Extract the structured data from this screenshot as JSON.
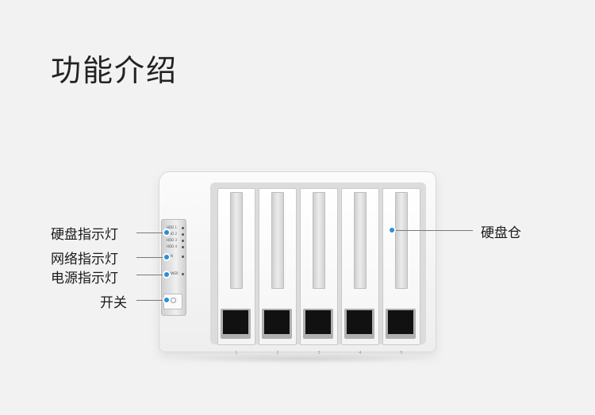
{
  "title": "功能介绍",
  "callouts": {
    "hdd_led": "硬盘指示灯",
    "network_led": "网络指示灯",
    "power_led": "电源指示灯",
    "power_switch": "开关",
    "drive_bay": "硬盘仓"
  },
  "panel_leds": [
    "HDD 1",
    "HDD 2",
    "HDD 3",
    "HDD 4",
    "LAN",
    "POWER"
  ],
  "bay_numbers": [
    "1",
    "2",
    "3",
    "4",
    "5"
  ],
  "colors": {
    "background": "#f2f2f2",
    "callout_dot": "#2a8fd8",
    "leader_line": "#7a7a7a"
  },
  "icons": [
    "power-icon"
  ]
}
